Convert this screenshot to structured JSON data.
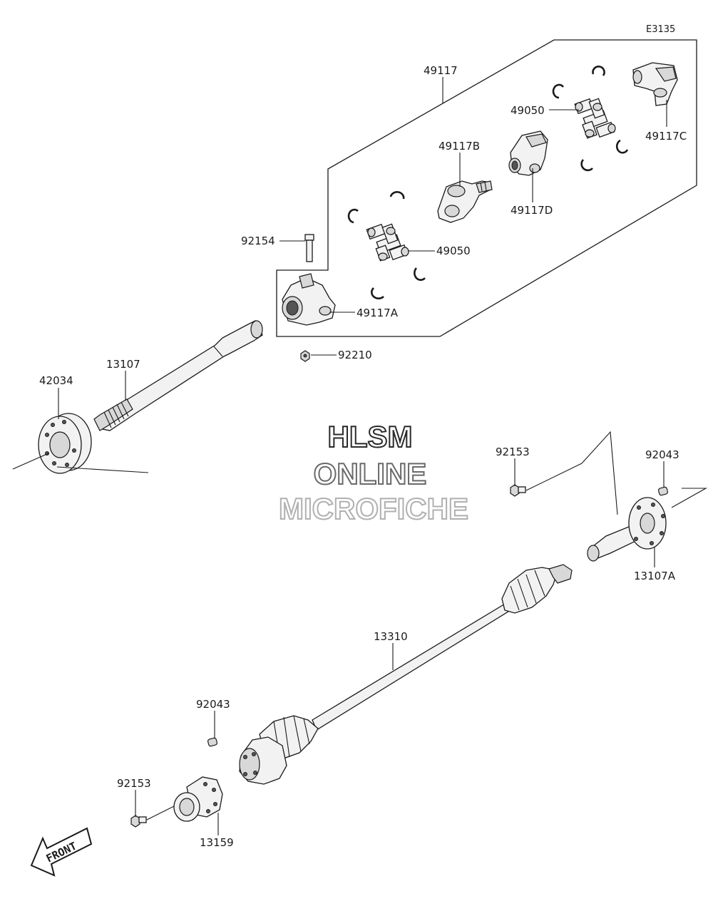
{
  "diagram_code": "E3135",
  "watermark": {
    "line1": "HLSM",
    "line2": "ONLINE",
    "line3": "MICROFICHE"
  },
  "front_arrow_label": "FRONT",
  "part_labels": [
    {
      "id": "49117",
      "text": "49117"
    },
    {
      "id": "49117B",
      "text": "49117B"
    },
    {
      "id": "49050a",
      "text": "49050"
    },
    {
      "id": "49117C",
      "text": "49117C"
    },
    {
      "id": "49117D",
      "text": "49117D"
    },
    {
      "id": "92154",
      "text": "92154"
    },
    {
      "id": "49050b",
      "text": "49050"
    },
    {
      "id": "49117A",
      "text": "49117A"
    },
    {
      "id": "92210",
      "text": "92210"
    },
    {
      "id": "13107",
      "text": "13107"
    },
    {
      "id": "42034",
      "text": "42034"
    },
    {
      "id": "92153a",
      "text": "92153"
    },
    {
      "id": "92043a",
      "text": "92043"
    },
    {
      "id": "13107A",
      "text": "13107A"
    },
    {
      "id": "13310",
      "text": "13310"
    },
    {
      "id": "92043b",
      "text": "92043"
    },
    {
      "id": "92153b",
      "text": "92153"
    },
    {
      "id": "13159",
      "text": "13159"
    }
  ]
}
